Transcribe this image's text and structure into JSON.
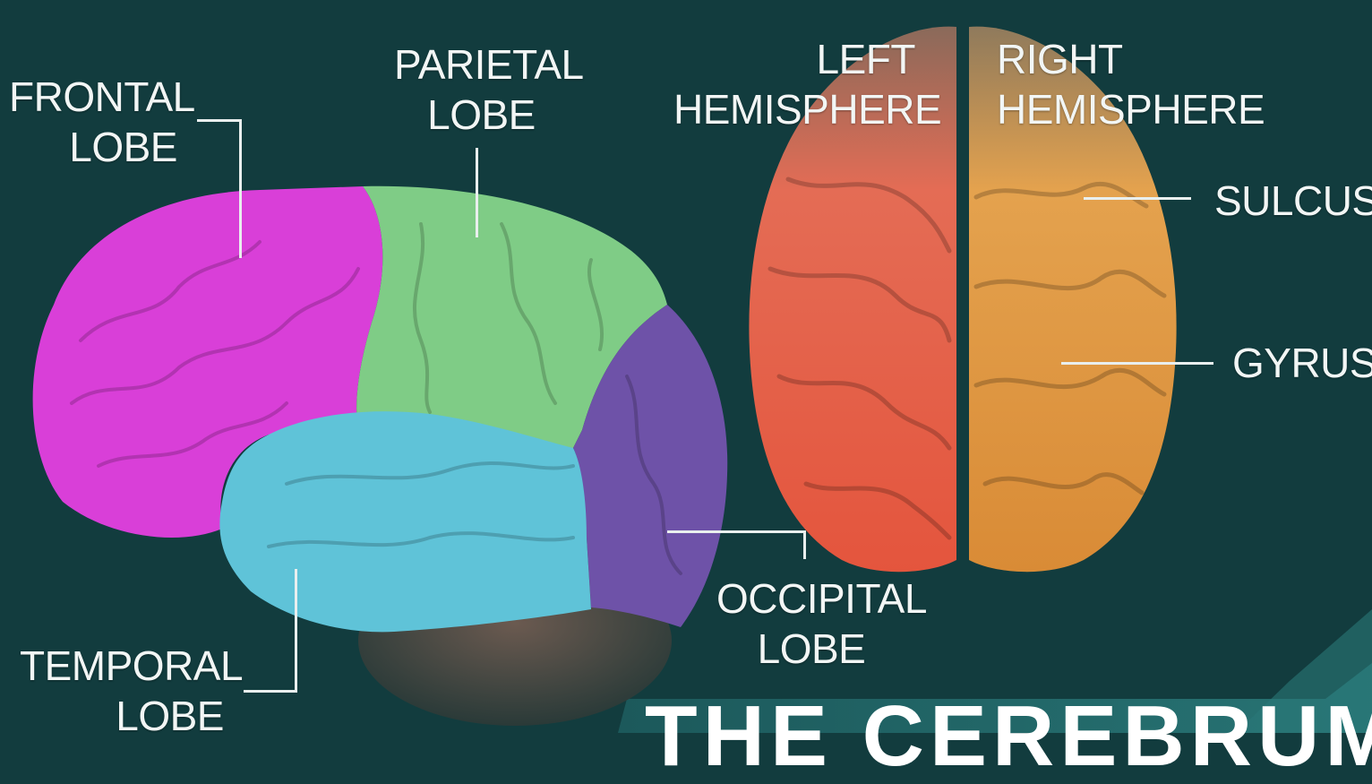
{
  "labels": {
    "frontal": {
      "line1": "FRONTAL",
      "line2": "LOBE"
    },
    "parietal": {
      "line1": "PARIETAL",
      "line2": "LOBE"
    },
    "left_hemisphere": {
      "line1": "LEFT",
      "line2": "HEMISPHERE"
    },
    "right_hemisphere": {
      "line1": "RIGHT",
      "line2": "HEMISPHERE"
    },
    "sulcus": "SULCUS",
    "gyrus": "GYRUS",
    "occipital": {
      "line1": "OCCIPITAL",
      "line2": "LOBE"
    },
    "temporal": {
      "line1": "TEMPORAL",
      "line2": "LOBE"
    }
  },
  "title": "THE CEREBRUM",
  "colors": {
    "background": "#123c3e",
    "frontal": "#d93fd8",
    "parietal": "#7fcc86",
    "occipital": "#6e52a8",
    "temporal": "#5fc3d8",
    "left_hemisphere": "#e86a52",
    "right_hemisphere": "#e3a24c",
    "label_text": "#f2f6f5"
  }
}
